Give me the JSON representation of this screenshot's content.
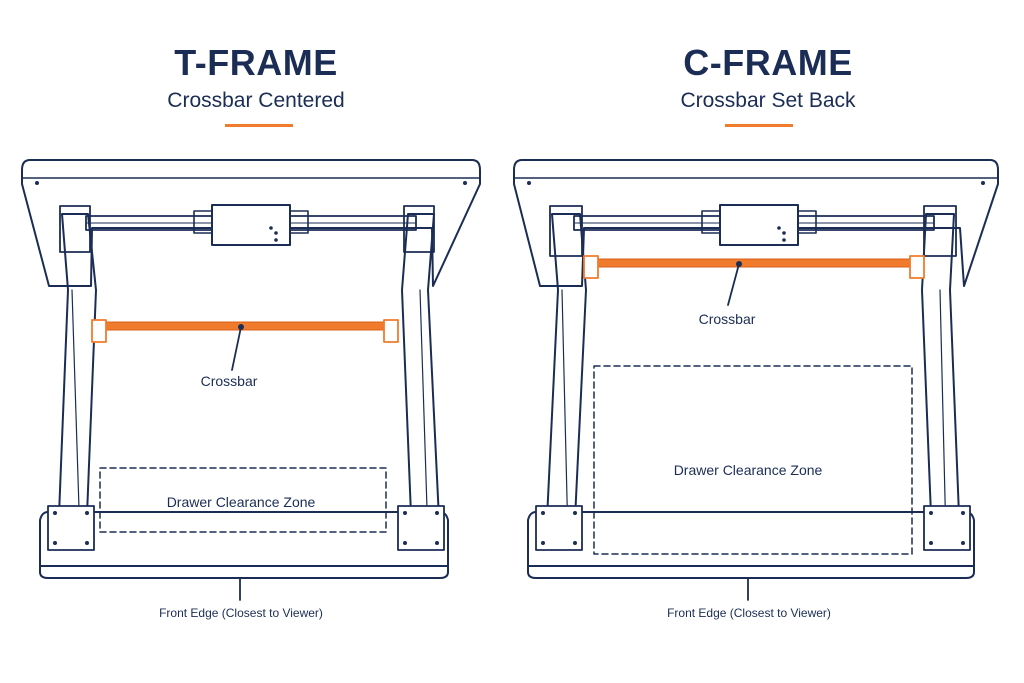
{
  "colors": {
    "navy": "#1b2d55",
    "accent": "#f07b2d",
    "background": "#ffffff"
  },
  "panels": [
    {
      "title": "T-FRAME",
      "subtitle": "Crossbar Centered",
      "crossbar_label": "Crossbar",
      "zone_label": "Drawer Clearance Zone",
      "front_label": "Front Edge (Closest to Viewer)"
    },
    {
      "title": "C-FRAME",
      "subtitle": "Crossbar Set Back",
      "crossbar_label": "Crossbar",
      "zone_label": "Drawer Clearance Zone",
      "front_label": "Front Edge (Closest to Viewer)"
    }
  ]
}
